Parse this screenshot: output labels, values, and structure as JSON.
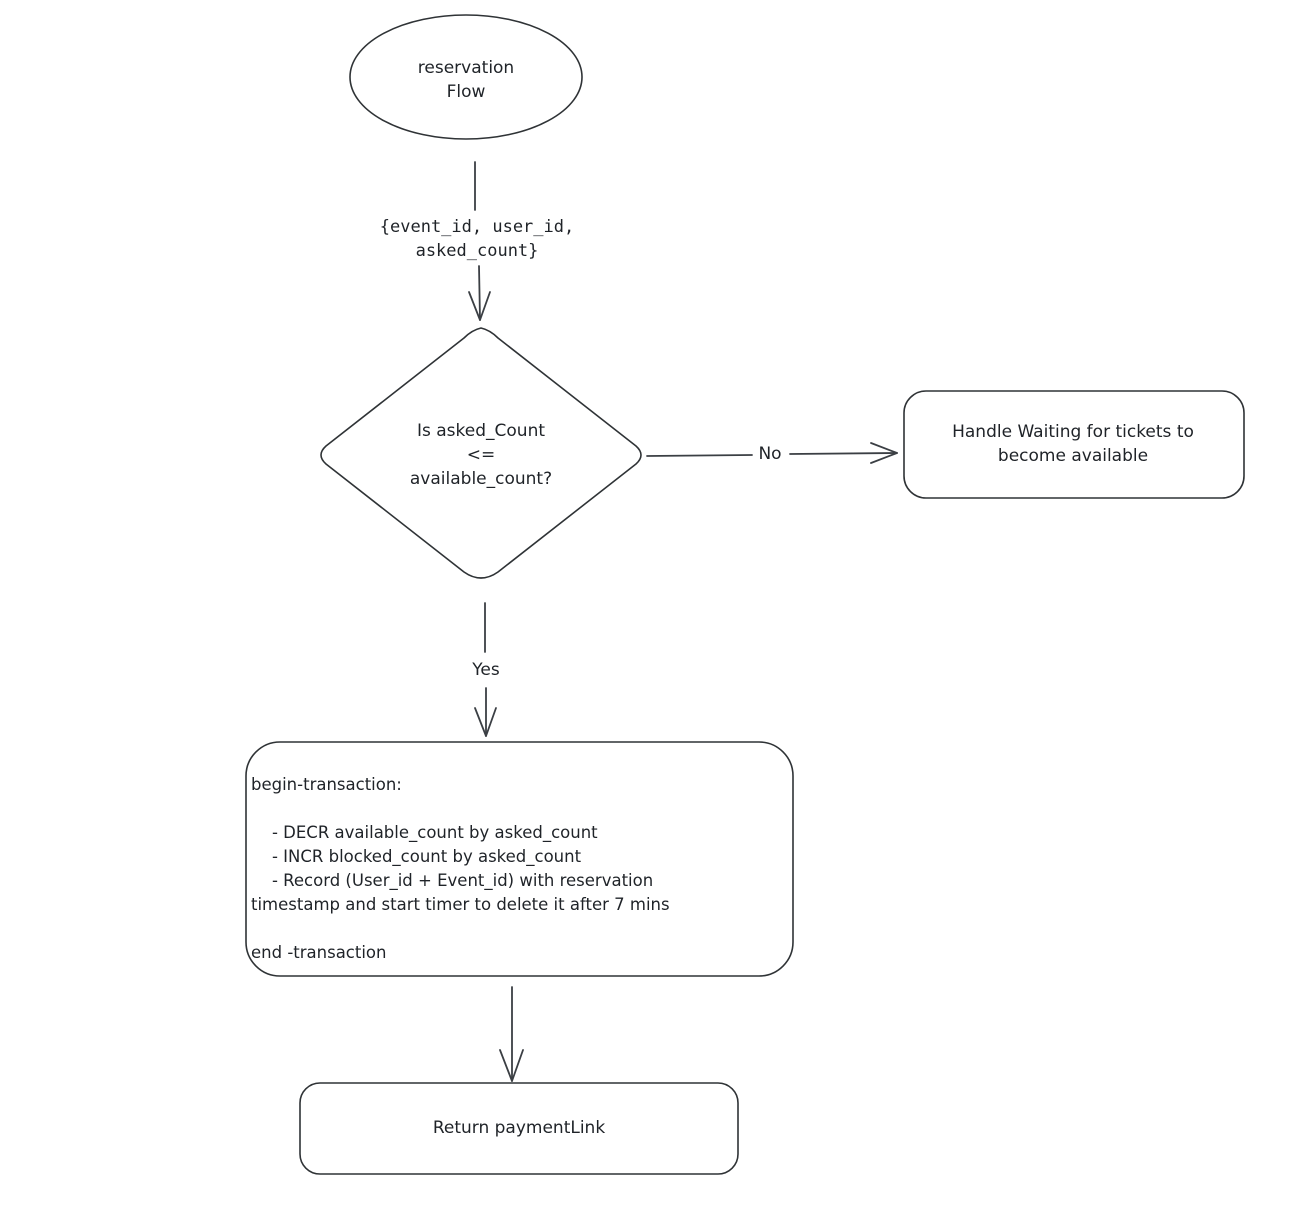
{
  "nodes": {
    "start": {
      "label": "reservation\nFlow"
    },
    "decision": {
      "label": "Is asked_Count\n<=\navailable_count?"
    },
    "waiting": {
      "label": "Handle Waiting for tickets to\nbecome available"
    },
    "transaction": {
      "label": "begin-transaction:\n\n    - DECR available_count by asked_count\n    - INCR blocked_count by asked_count\n    - Record (User_id + Event_id) with reservation\ntimestamp and start timer to delete it after 7 mins\n\nend -transaction"
    },
    "payment": {
      "label": "Return paymentLink"
    }
  },
  "edges": {
    "input": {
      "label": "{event_id, user_id,\nasked_count}"
    },
    "no": {
      "label": "No"
    },
    "yes": {
      "label": "Yes"
    }
  },
  "colors": {
    "stroke": "#2f3336",
    "text": "#1f2328",
    "background": "#ffffff"
  }
}
